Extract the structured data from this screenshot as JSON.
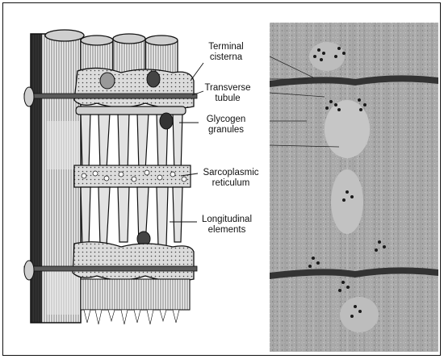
{
  "labels": {
    "terminal_cisterna": "Terminal\ncisterna",
    "transverse_tubule": "Transverse\ntubule",
    "glycogen_granules": "Glycogen\ngranules",
    "sarcoplasmic_reticulum": "Sarcoplasmic\nreticulum",
    "longitudinal_elements": "Longitudinal\nelements"
  }
}
